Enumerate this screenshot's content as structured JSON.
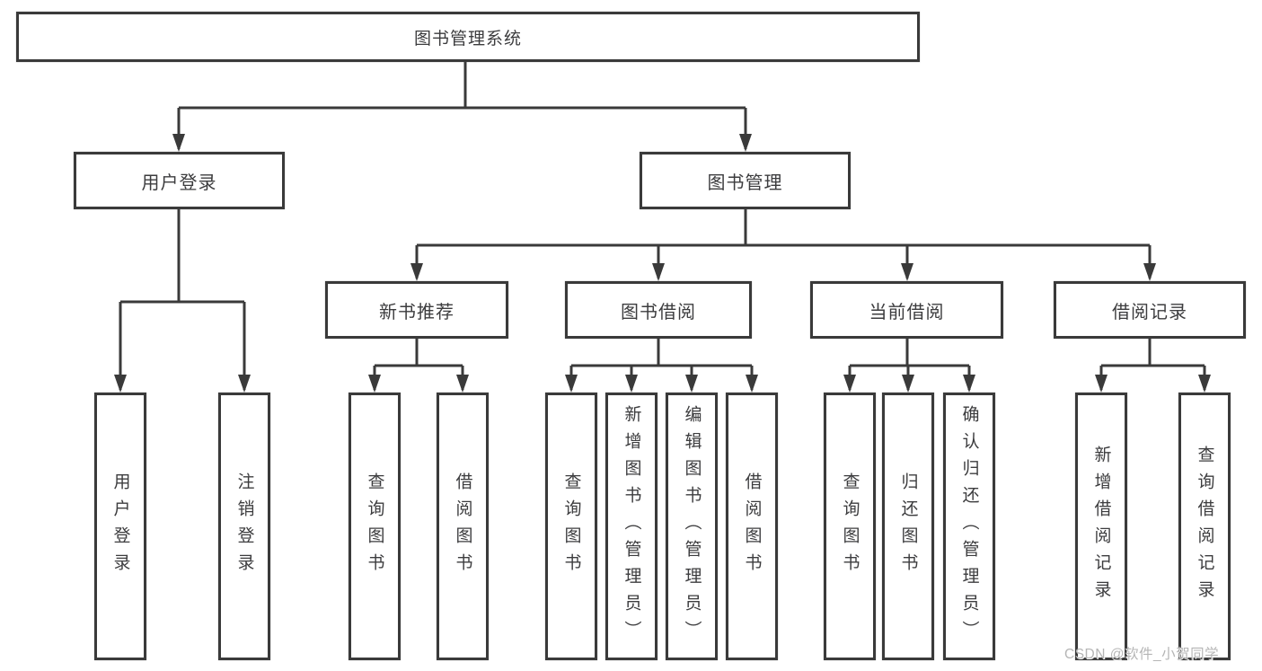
{
  "diagram": {
    "root": "图书管理系统",
    "branches": [
      {
        "label": "用户登录",
        "children": [
          {
            "label": "用户登录"
          },
          {
            "label": "注销登录"
          }
        ]
      },
      {
        "label": "图书管理",
        "children": [
          {
            "label": "新书推荐",
            "children": [
              {
                "label": "查询图书"
              },
              {
                "label": "借阅图书"
              }
            ]
          },
          {
            "label": "图书借阅",
            "children": [
              {
                "label": "查询图书"
              },
              {
                "label": "新增图书（管理员）"
              },
              {
                "label": "编辑图书（管理员）"
              },
              {
                "label": "借阅图书"
              }
            ]
          },
          {
            "label": "当前借阅",
            "children": [
              {
                "label": "查询图书"
              },
              {
                "label": "归还图书"
              },
              {
                "label": "确认归还（管理员）"
              }
            ]
          },
          {
            "label": "借阅记录",
            "children": [
              {
                "label": "新增借阅记录"
              },
              {
                "label": "查询借阅记录"
              }
            ]
          }
        ]
      }
    ]
  },
  "watermark": "CSDN @软件_小贺同学",
  "colors": {
    "line": "#3a3a3a",
    "box_border": "#3a3a3a",
    "text": "#3c3c3e",
    "watermark": "#b5b5b5",
    "background": "#ffffff"
  }
}
